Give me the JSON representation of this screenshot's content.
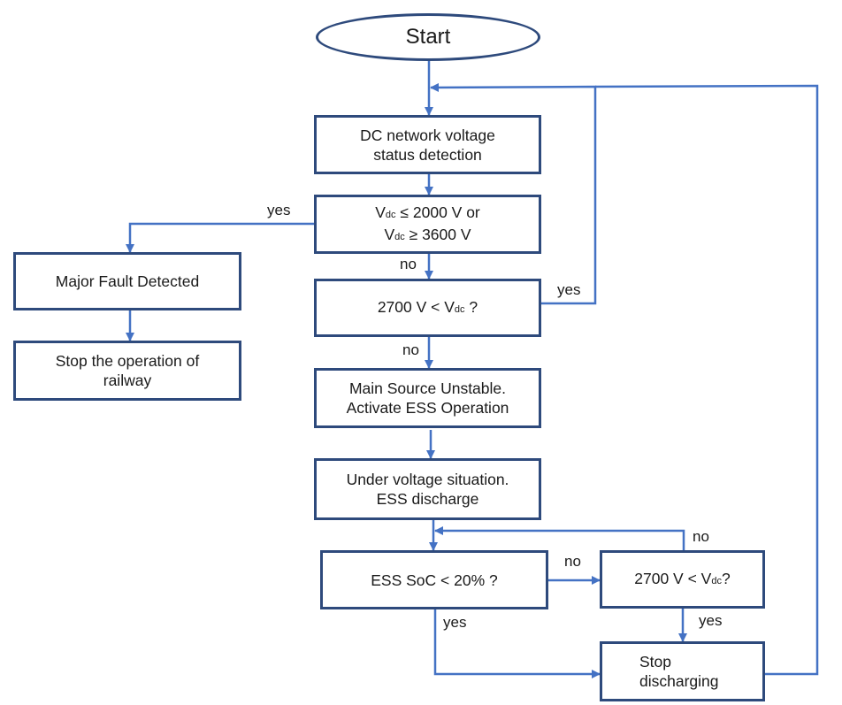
{
  "nodes": {
    "start": "Start",
    "detect": [
      "DC network voltage",
      "status detection"
    ],
    "range": {
      "line1": {
        "v": "V",
        "sub": "dc",
        "rest": " ≤ 2000 V or"
      },
      "line2": {
        "v": "V",
        "sub": "dc",
        "rest": " ≥ 3600 V"
      }
    },
    "major_fault": "Major Fault Detected",
    "stop_railway": [
      "Stop the operation of",
      "railway"
    ],
    "check_2700": {
      "pre": "2700 V < V",
      "sub": "dc",
      "post": " ?"
    },
    "main_unstable": [
      "Main Source Unstable.",
      "Activate ESS Operation"
    ],
    "under_voltage": [
      "Under voltage situation.",
      "ESS discharge"
    ],
    "soc_check": "ESS SoC < 20% ?",
    "check_2700_b": {
      "pre": "2700 V < V",
      "sub": "dc",
      "post": "?"
    },
    "stop_discharge": [
      "Stop",
      "discharging"
    ]
  },
  "edge_labels": {
    "range_yes": "yes",
    "range_no": "no",
    "check_yes": "yes",
    "check_no": "no",
    "soc_no": "no",
    "soc_yes": "yes",
    "check_b_no": "no",
    "check_b_yes": "yes"
  },
  "colors": {
    "box_border": "#2e4a7c",
    "arrow": "#4472c4"
  }
}
